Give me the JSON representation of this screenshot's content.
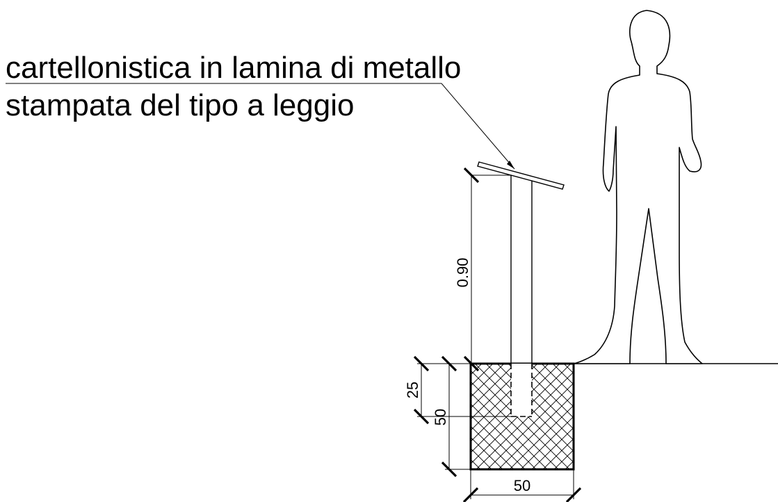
{
  "annotation": {
    "line1": "cartellonistica in lamina di metallo",
    "line2": "stampata del tipo a leggio"
  },
  "dimensions": {
    "post_height": "0.90",
    "embed_depth": "25",
    "foundation_depth": "50",
    "foundation_width": "50"
  },
  "icons": {
    "person": "human-silhouette-icon",
    "hatch": "crosshatch-pattern"
  }
}
